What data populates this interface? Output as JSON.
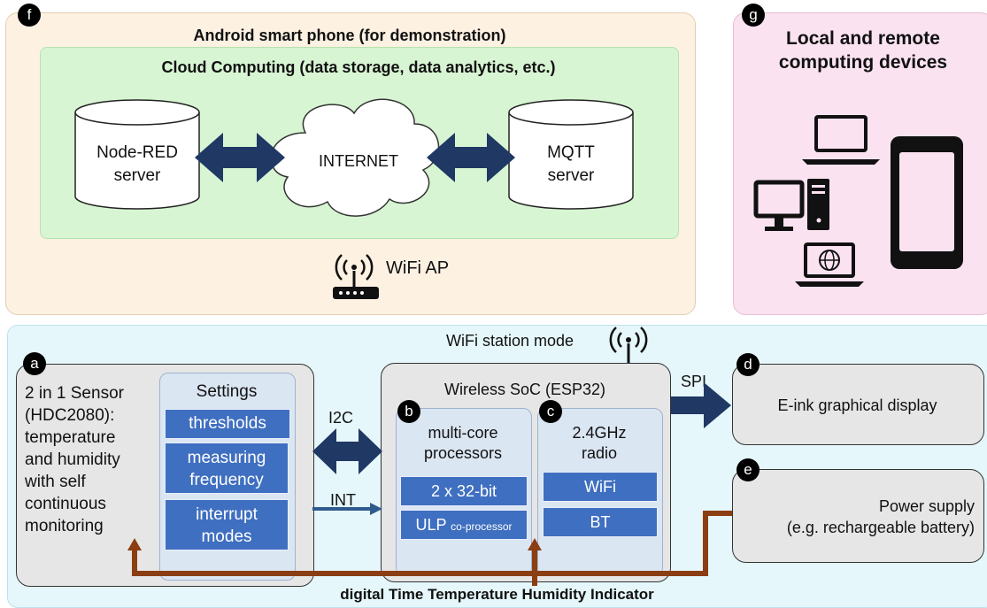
{
  "panel_f": {
    "badge": "f",
    "title": "Android smart phone (for demonstration)",
    "cloud_title": "Cloud Computing (data storage, data analytics, etc.)",
    "node_red": [
      "Node-RED",
      "server"
    ],
    "internet": "INTERNET",
    "mqtt": [
      "MQTT",
      "server"
    ],
    "wifi_ap": "WiFi AP"
  },
  "panel_g": {
    "badge": "g",
    "title_line1": "Local and remote",
    "title_line2": "computing devices"
  },
  "sensor": {
    "badge": "a",
    "lines": [
      "2 in 1 Sensor",
      "(HDC2080):",
      "temperature",
      "and humidity",
      "with self",
      "continuous",
      "monitoring"
    ],
    "settings_title": "Settings",
    "settings_items": [
      "thresholds",
      "measuring frequency",
      "interrupt modes"
    ],
    "settings_lines": {
      "item2_line1": "measuring",
      "item2_line2": "frequency",
      "item3_line1": "interrupt",
      "item3_line2": "modes"
    }
  },
  "links": {
    "i2c": "I2C",
    "int": "INT",
    "spi": "SPI",
    "wifi_station": "WiFi station mode"
  },
  "soc": {
    "title": "Wireless SoC (ESP32)",
    "proc_badge": "b",
    "proc_title_line1": "multi-core",
    "proc_title_line2": "processors",
    "proc_item1": "2 x 32-bit",
    "proc_item2_main": "ULP",
    "proc_item2_sub": "co-processor",
    "radio_badge": "c",
    "radio_title_line1": "2.4GHz",
    "radio_title_line2": "radio",
    "radio_item1": "WiFi",
    "radio_item2": "BT"
  },
  "display": {
    "badge": "d",
    "label": "E-ink graphical display"
  },
  "power": {
    "badge": "e",
    "line1": "Power supply",
    "line2": "(e.g. rechargeable battery)"
  },
  "footer": "digital Time Temperature Humidity Indicator",
  "colors": {
    "arrow_navy": "#1f3864",
    "arrow_steel": "#2e5a8e",
    "power_brown": "#8b3e12",
    "blue_item": "#3f6fc0"
  },
  "icons": [
    "wifi-router-icon",
    "antenna-icon",
    "laptop-icon",
    "desktop-icon",
    "smartphone-icon",
    "web-laptop-icon"
  ]
}
